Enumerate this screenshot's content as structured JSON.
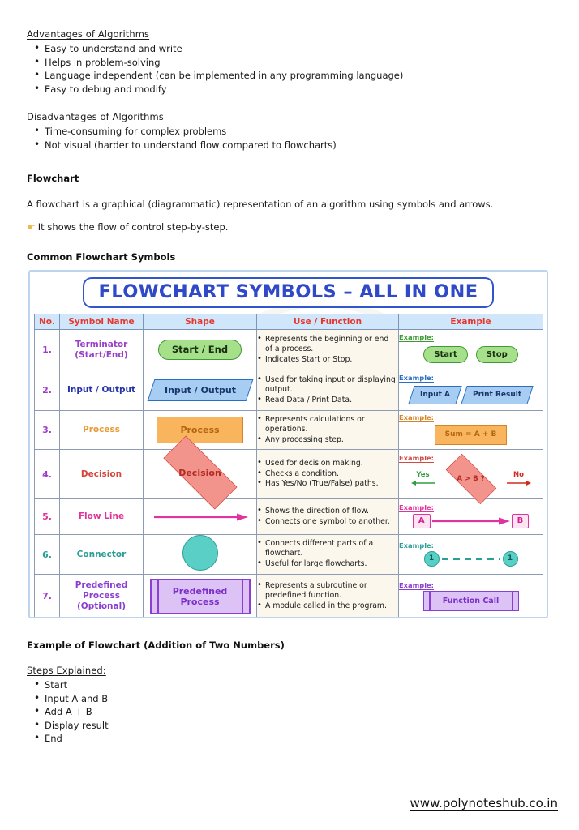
{
  "advantages": {
    "heading": "Advantages of Algorithms",
    "items": [
      "Easy to understand and write",
      "Helps in problem-solving",
      "Language independent (can be implemented in any programming language)",
      "Easy to debug and modify"
    ]
  },
  "disadvantages": {
    "heading": "Disadvantages of Algorithms",
    "items": [
      "Time-consuming for complex problems",
      "Not visual (harder to understand flow compared to flowcharts)"
    ]
  },
  "flowchart_section": {
    "heading": "Flowchart",
    "definition": "A flowchart is a graphical (diagrammatic) representation of an algorithm using symbols and arrows.",
    "pointer_icon": "pointing-hand-icon",
    "pointer_text": "It shows the flow of control step-by-step.",
    "symbols_heading": "Common Flowchart Symbols"
  },
  "poster": {
    "title": "FLOWCHART SYMBOLS – ALL IN ONE",
    "title_color": "#2f49c9",
    "header_bg": "#cfe6fb",
    "header_text_color": "#e8362b",
    "columns": [
      "No.",
      "Symbol Name",
      "Shape",
      "Use / Function",
      "Example"
    ],
    "example_label": "Example:",
    "rows": [
      {
        "no": "1.",
        "name": "Terminator",
        "name2": "(Start/End)",
        "color": "#9b3fc8",
        "shape_label": "Start / End",
        "uses": [
          "Represents the beginning or end of a process.",
          "Indicates Start or Stop."
        ],
        "example_label_color": "#3f9a35",
        "examples": [
          "Start",
          "Stop"
        ]
      },
      {
        "no": "2.",
        "name": "Input / Output",
        "name2": "",
        "color": "#2533a8",
        "shape_label": "Input / Output",
        "uses": [
          "Used for taking input or displaying output.",
          "Read Data / Print Data."
        ],
        "example_label_color": "#2a6fc4",
        "examples": [
          "Input A",
          "Print Result"
        ]
      },
      {
        "no": "3.",
        "name": "Process",
        "name2": "",
        "color": "#e79a33",
        "shape_label": "Process",
        "uses": [
          "Represents calculations or operations.",
          "Any processing step."
        ],
        "example_label_color": "#d58427",
        "examples": [
          "Sum = A + B"
        ]
      },
      {
        "no": "4.",
        "name": "Decision",
        "name2": "",
        "color": "#d4453b",
        "shape_label": "Decision",
        "uses": [
          "Used for decision making.",
          "Checks a condition.",
          "Has Yes/No (True/False) paths."
        ],
        "example_label_color": "#cf4b43",
        "examples": [
          "A > B ?"
        ],
        "yes_label": "Yes",
        "no_label": "No",
        "yes_color": "#2f9e3f",
        "no_color": "#d22b1e"
      },
      {
        "no": "5.",
        "name": "Flow Line",
        "name2": "",
        "color": "#e0339b",
        "shape_label": "",
        "uses": [
          "Shows the direction of flow.",
          "Connects one symbol to another."
        ],
        "example_label_color": "#e0339b",
        "examples": [
          "A",
          "B"
        ]
      },
      {
        "no": "6.",
        "name": "Connector",
        "name2": "",
        "color": "#2b9e96",
        "shape_label": "",
        "uses": [
          "Connects different parts of a flowchart.",
          "Useful for large flowcharts."
        ],
        "example_label_color": "#2b9e96",
        "examples": [
          "1",
          "1"
        ]
      },
      {
        "no": "7.",
        "name": "Predefined Process",
        "name2": "(Optional)",
        "color": "#8a3fd0",
        "shape_label": "Predefined Process",
        "uses": [
          "Represents a subroutine or predefined function.",
          "A module called in the program."
        ],
        "example_label_color": "#8a3fd0",
        "examples": [
          "Function Call"
        ]
      }
    ]
  },
  "example_section": {
    "heading": "Example of Flowchart (Addition of Two Numbers)",
    "steps_heading": "Steps Explained:",
    "steps": [
      "Start",
      "Input A and B",
      "Add A + B",
      "Display result",
      "End"
    ]
  },
  "footer": {
    "url": "www.polynoteshub.co.in"
  }
}
